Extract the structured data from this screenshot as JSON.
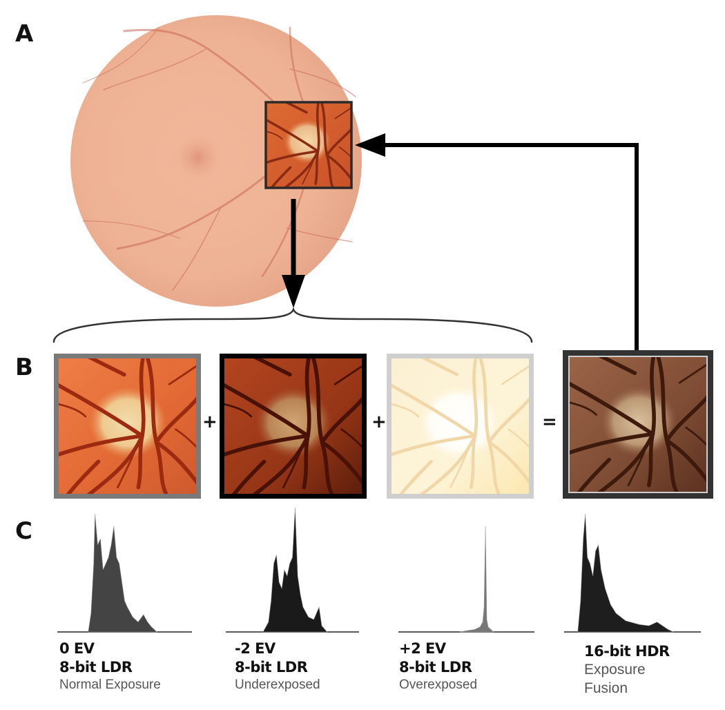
{
  "panels": {
    "a": "A",
    "b": "B",
    "c": "C"
  },
  "operators": {
    "plus_1": "+",
    "plus_2": "+",
    "equals": "="
  },
  "exposures": [
    {
      "ev": "0 EV",
      "bit": "8-bit LDR",
      "desc": "Normal Exposure",
      "frame_color": "#7a7a7a"
    },
    {
      "ev": "-2 EV",
      "bit": "8-bit LDR",
      "desc": "Underexposed",
      "frame_color": "#000000"
    },
    {
      "ev": "+2 EV",
      "bit": "8-bit LDR",
      "desc": "Overexposed",
      "frame_color": "#cfcfcf"
    }
  ],
  "fusion": {
    "title": "16-bit HDR",
    "desc_1": "Exposure",
    "desc_2": "Fusion",
    "frame_color": "#333333"
  },
  "histograms": [
    {
      "name": "0 EV",
      "color": "#444444"
    },
    {
      "name": "-2 EV",
      "color": "#1a1a1a"
    },
    {
      "name": "+2 EV",
      "color": "#777777"
    },
    {
      "name": "16-bit HDR",
      "color": "#1e1e1e"
    }
  ]
}
